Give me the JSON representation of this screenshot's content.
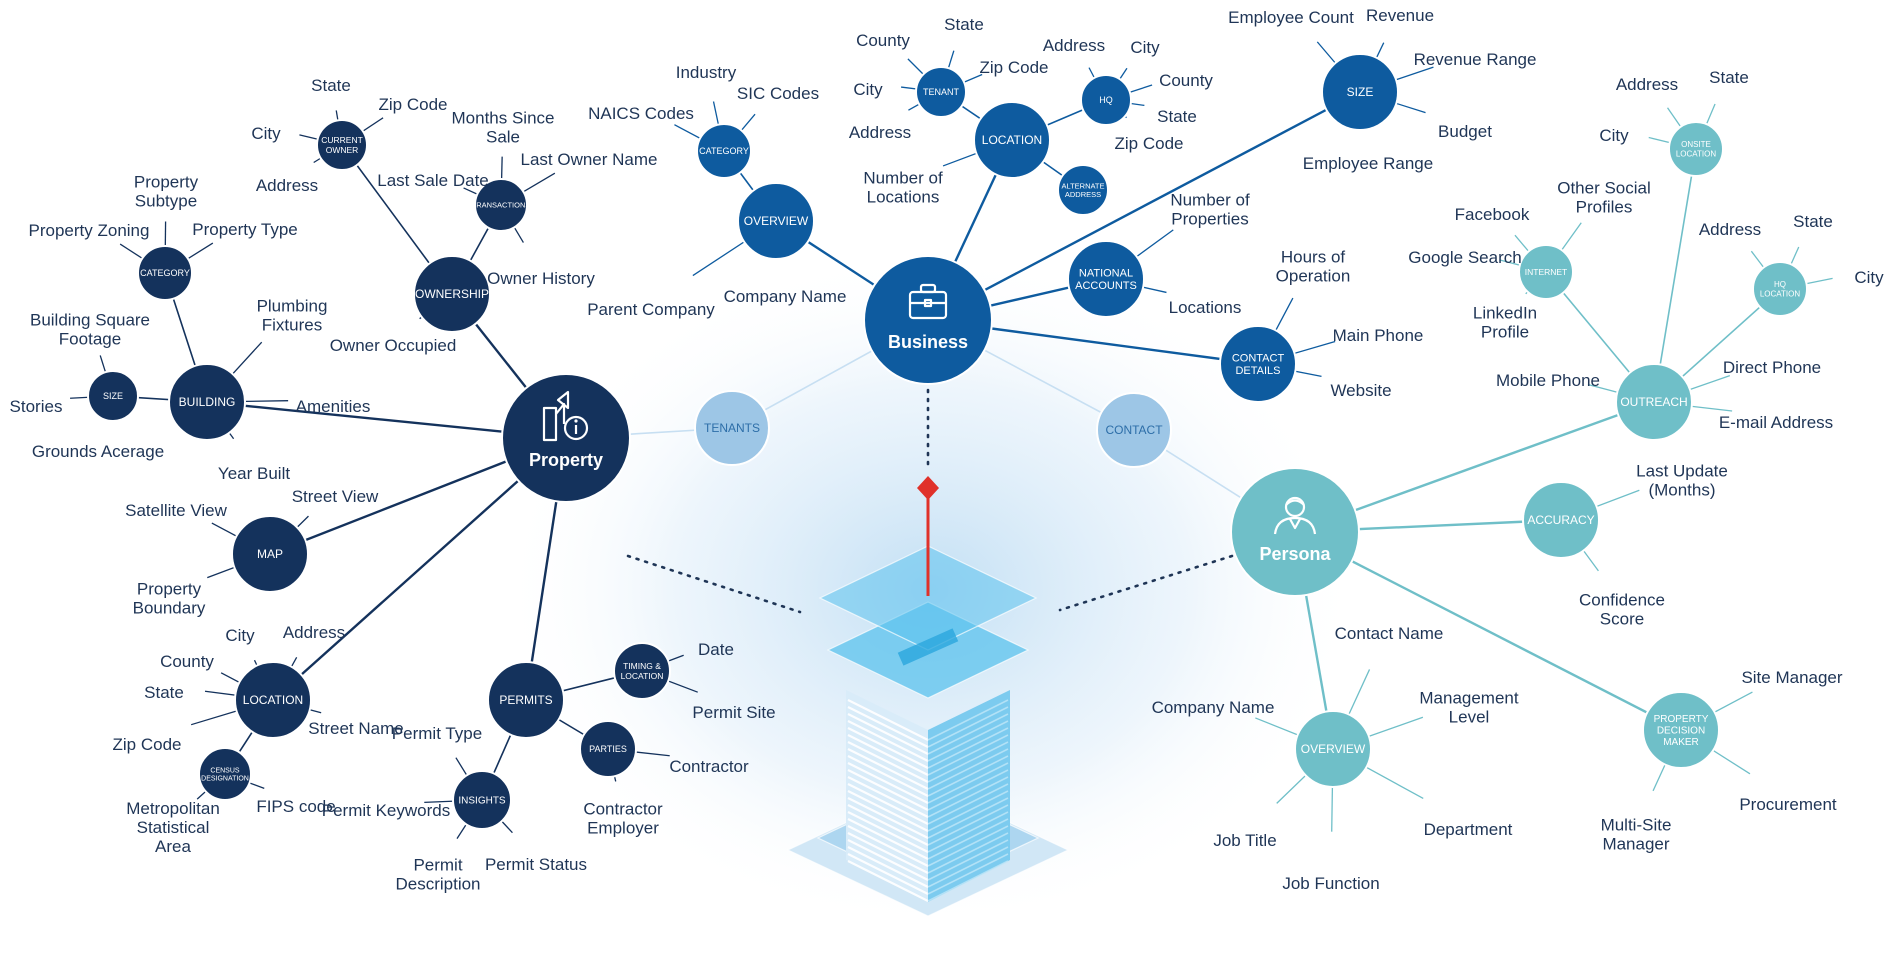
{
  "colors": {
    "property": "#14325c",
    "business": "#0e5b9f",
    "persona": "#6fbfc8",
    "bridge": "#9dc6e6",
    "bridge_text": "#2d6ea8",
    "text": "#1f3556",
    "building_glass": "#5cc3ee",
    "arrow": "#e0312a"
  },
  "hubs": {
    "property": "Property",
    "business": "Business",
    "persona": "Persona"
  },
  "icons": {
    "property": "building-info-icon",
    "business": "briefcase-icon",
    "persona": "person-icon"
  },
  "bridges": {
    "tenants": "TENANTS",
    "contact": "CONTACT"
  },
  "property": {
    "ownership": "OWNERSHIP",
    "current_owner": "CURRENT OWNER",
    "transactions": "TRANSACTIONS",
    "category": "CATEGORY",
    "building": "BUILDING",
    "size": "SIZE",
    "map": "MAP",
    "location": "LOCATION",
    "census": "CENSUS DESIGNATION",
    "permits": "PERMITS",
    "timing": "TIMING & LOCATION",
    "parties": "PARTIES",
    "insights": "INSIGHTS"
  },
  "business": {
    "overview": "OVERVIEW",
    "category": "CATEGORY",
    "location": "LOCATION",
    "tenant": "TENANT",
    "hq": "HQ",
    "alternate": "ALTERNATE ADDRESS",
    "size": "SIZE",
    "national": "NATIONAL ACCOUNTS",
    "contact_details": "CONTACT DETAILS"
  },
  "persona": {
    "outreach": "OUTREACH",
    "internet": "INTERNET",
    "onsite": "ONSITE LOCATION",
    "hq_location": "HQ LOCATION",
    "accuracy": "ACCURACY",
    "overview": "OVERVIEW",
    "decision_maker": "PROPERTY DECISION MAKER"
  },
  "labels": {
    "p_state": "State",
    "p_zip": "Zip Code",
    "p_city": "City",
    "p_address": "Address",
    "p_months": "Months Since Sale",
    "p_last_sale": "Last Sale Date",
    "p_last_owner": "Last Owner Name",
    "p_owner_history": "Owner History",
    "p_owner_occupied": "Owner Occupied",
    "p_subtype": "Property Subtype",
    "p_zoning": "Property Zoning",
    "p_type": "Property Type",
    "p_bsf": "Building Square Footage",
    "p_plumbing": "Plumbing Fixtures",
    "p_stories": "Stories",
    "p_amenities": "Amenities",
    "p_grounds": "Grounds Acerage",
    "p_year": "Year Built",
    "p_satellite": "Satellite View",
    "p_street_view": "Street View",
    "p_boundary": "Property Boundary",
    "p_loc_city": "City",
    "p_loc_address": "Address",
    "p_loc_county": "County",
    "p_loc_state": "State",
    "p_loc_street": "Street Name",
    "p_loc_zip": "Zip Code",
    "p_fips": "FIPS code",
    "p_msa": "Metropolitan Statistical Area",
    "p_date": "Date",
    "p_permit_site": "Permit Site",
    "p_contractor": "Contractor",
    "p_contractor_employer": "Contractor Employer",
    "p_permit_type": "Permit Type",
    "p_permit_keywords": "Permit Keywords",
    "p_permit_description": "Permit Description",
    "p_permit_status": "Permit Status",
    "b_industry": "Industry",
    "b_naics": "NAICS Codes",
    "b_sic": "SIC Codes",
    "b_parent": "Parent Company",
    "b_company_name": "Company Name",
    "b_county": "County",
    "b_state": "State",
    "b_city": "City",
    "b_zip": "Zip Code",
    "b_address": "Address",
    "b_num_locations": "Number of Locations",
    "b_hq_address": "Address",
    "b_hq_city": "City",
    "b_hq_county": "County",
    "b_hq_state": "State",
    "b_hq_zip": "Zip Code",
    "b_emp_count": "Employee Count",
    "b_revenue": "Revenue",
    "b_revenue_range": "Revenue Range",
    "b_budget": "Budget",
    "b_emp_range": "Employee Range",
    "b_num_properties": "Number of Properties",
    "b_locations": "Locations",
    "b_hours": "Hours of Operation",
    "b_main_phone": "Main Phone",
    "b_website": "Website",
    "r_address": "Address",
    "r_state": "State",
    "r_city": "City",
    "r_facebook": "Facebook",
    "r_other_social": "Other Social Profiles",
    "r_google": "Google Search",
    "r_linkedin": "LinkedIn Profile",
    "r_hq_address": "Address",
    "r_hq_state": "State",
    "r_hq_city": "City",
    "r_mobile": "Mobile Phone",
    "r_direct": "Direct Phone",
    "r_email": "E-mail Address",
    "r_last_update": "Last Update (Months)",
    "r_confidence": "Confidence Score",
    "r_contact_name": "Contact Name",
    "r_company_name": "Company Name",
    "r_mgmt_level": "Management Level",
    "r_job_title": "Job Title",
    "r_department": "Department",
    "r_job_function": "Job Function",
    "r_site_manager": "Site Manager",
    "r_procurement": "Procurement",
    "r_multi_site": "Multi-Site Manager"
  }
}
